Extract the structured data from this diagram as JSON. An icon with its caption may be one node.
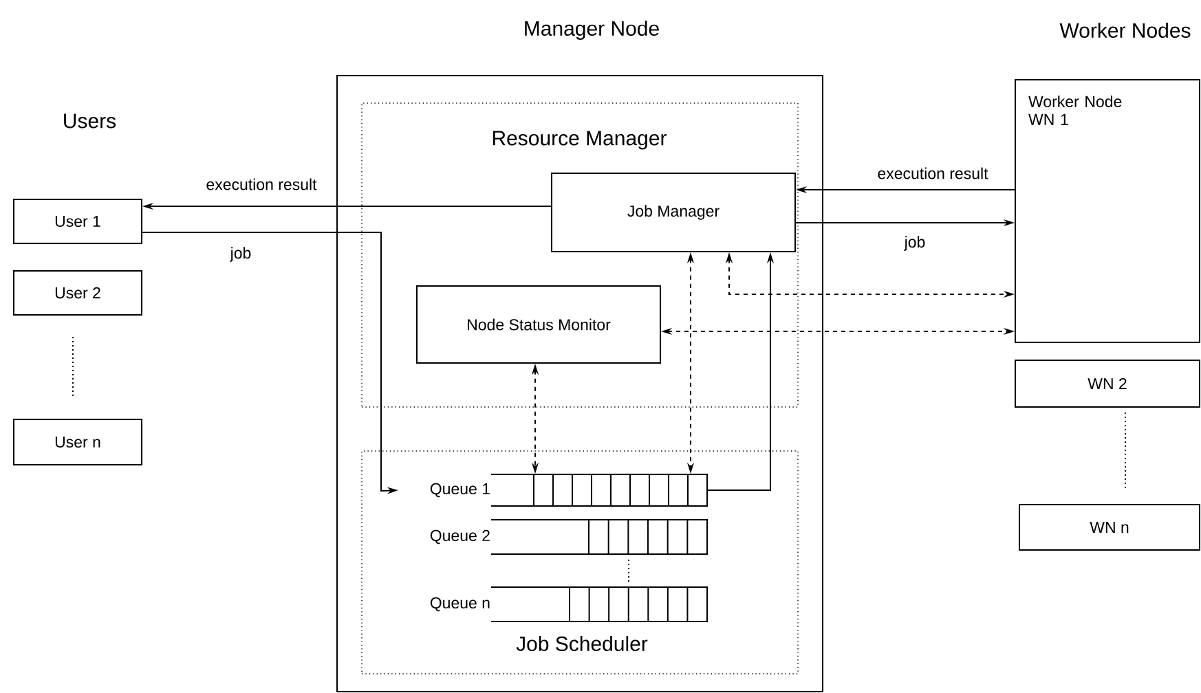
{
  "diagram": {
    "nodes": [
      {
        "text": [
          "Manager Node"
        ]
      },
      {
        "text": [
          "Resource Manager"
        ],
        "in": 0
      },
      {
        "text": [
          "Job Manager"
        ],
        "in": 1
      },
      {
        "text": [
          "Node Status Monitor"
        ],
        "in": 1
      },
      {
        "text": [
          "Job Scheduler"
        ],
        "in": 0
      },
      {
        "text": [
          "Queue 1"
        ],
        "in": 4
      },
      {
        "text": [
          "Queue 2"
        ],
        "in": 4
      },
      {
        "text": [
          "Queue n"
        ],
        "in": 4
      },
      {
        "text": [
          "User 1"
        ]
      },
      {
        "text": [
          "User 2"
        ]
      },
      {
        "text": [
          "User n"
        ]
      },
      {
        "text": [
          "Worker Node WN 1"
        ]
      },
      {
        "text": [
          "WN 2"
        ]
      },
      {
        "text": [
          "WN n"
        ]
      }
    ],
    "edges": [
      {
        "from": 2,
        "to": 8,
        "arrow": "to",
        "label": "execution result"
      },
      {
        "from": 8,
        "to": 5,
        "arrow": "to",
        "label": "job"
      },
      {
        "from": 5,
        "to": 2,
        "arrow": "to"
      },
      {
        "from": 11,
        "to": 2,
        "arrow": "to",
        "label": "execution result"
      },
      {
        "from": 2,
        "to": 11,
        "arrow": "to",
        "label": "job"
      },
      {
        "from": 2,
        "to": 11,
        "arrow": "both",
        "style": "dashed"
      },
      {
        "from": 3,
        "to": 11,
        "arrow": "both",
        "style": "dashed"
      },
      {
        "from": 3,
        "to": 5,
        "arrow": "both",
        "style": "dashed"
      },
      {
        "from": 2,
        "to": 5,
        "arrow": "both",
        "style": "dashed"
      }
    ],
    "labels": [
      "Users",
      "Worker Nodes"
    ]
  }
}
